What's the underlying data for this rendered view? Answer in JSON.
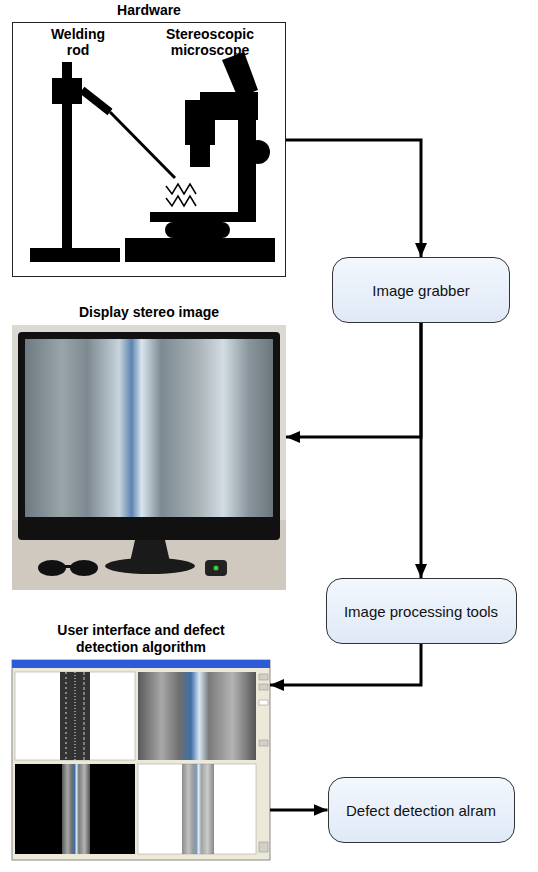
{
  "diagram": {
    "nodes": [
      {
        "text": [
          "Hardware"
        ]
      },
      {
        "text": [
          "Image grabber"
        ]
      },
      {
        "text": [
          "Display stereo image"
        ]
      },
      {
        "text": [
          "Image processing tools"
        ]
      },
      {
        "text": [
          "User interface and defect detection algorithm"
        ]
      },
      {
        "text": [
          "Defect detection alram"
        ]
      }
    ],
    "edges": [
      {
        "from": 0,
        "to": 1,
        "arrow": "to"
      },
      {
        "from": 1,
        "to": 2,
        "arrow": "to"
      },
      {
        "from": 1,
        "to": 3,
        "arrow": "to"
      },
      {
        "from": 3,
        "to": 4,
        "arrow": "to"
      },
      {
        "from": 4,
        "to": 5,
        "arrow": "to"
      }
    ],
    "labels": [
      "Welding rod",
      "Stereoscopic microscope"
    ]
  }
}
